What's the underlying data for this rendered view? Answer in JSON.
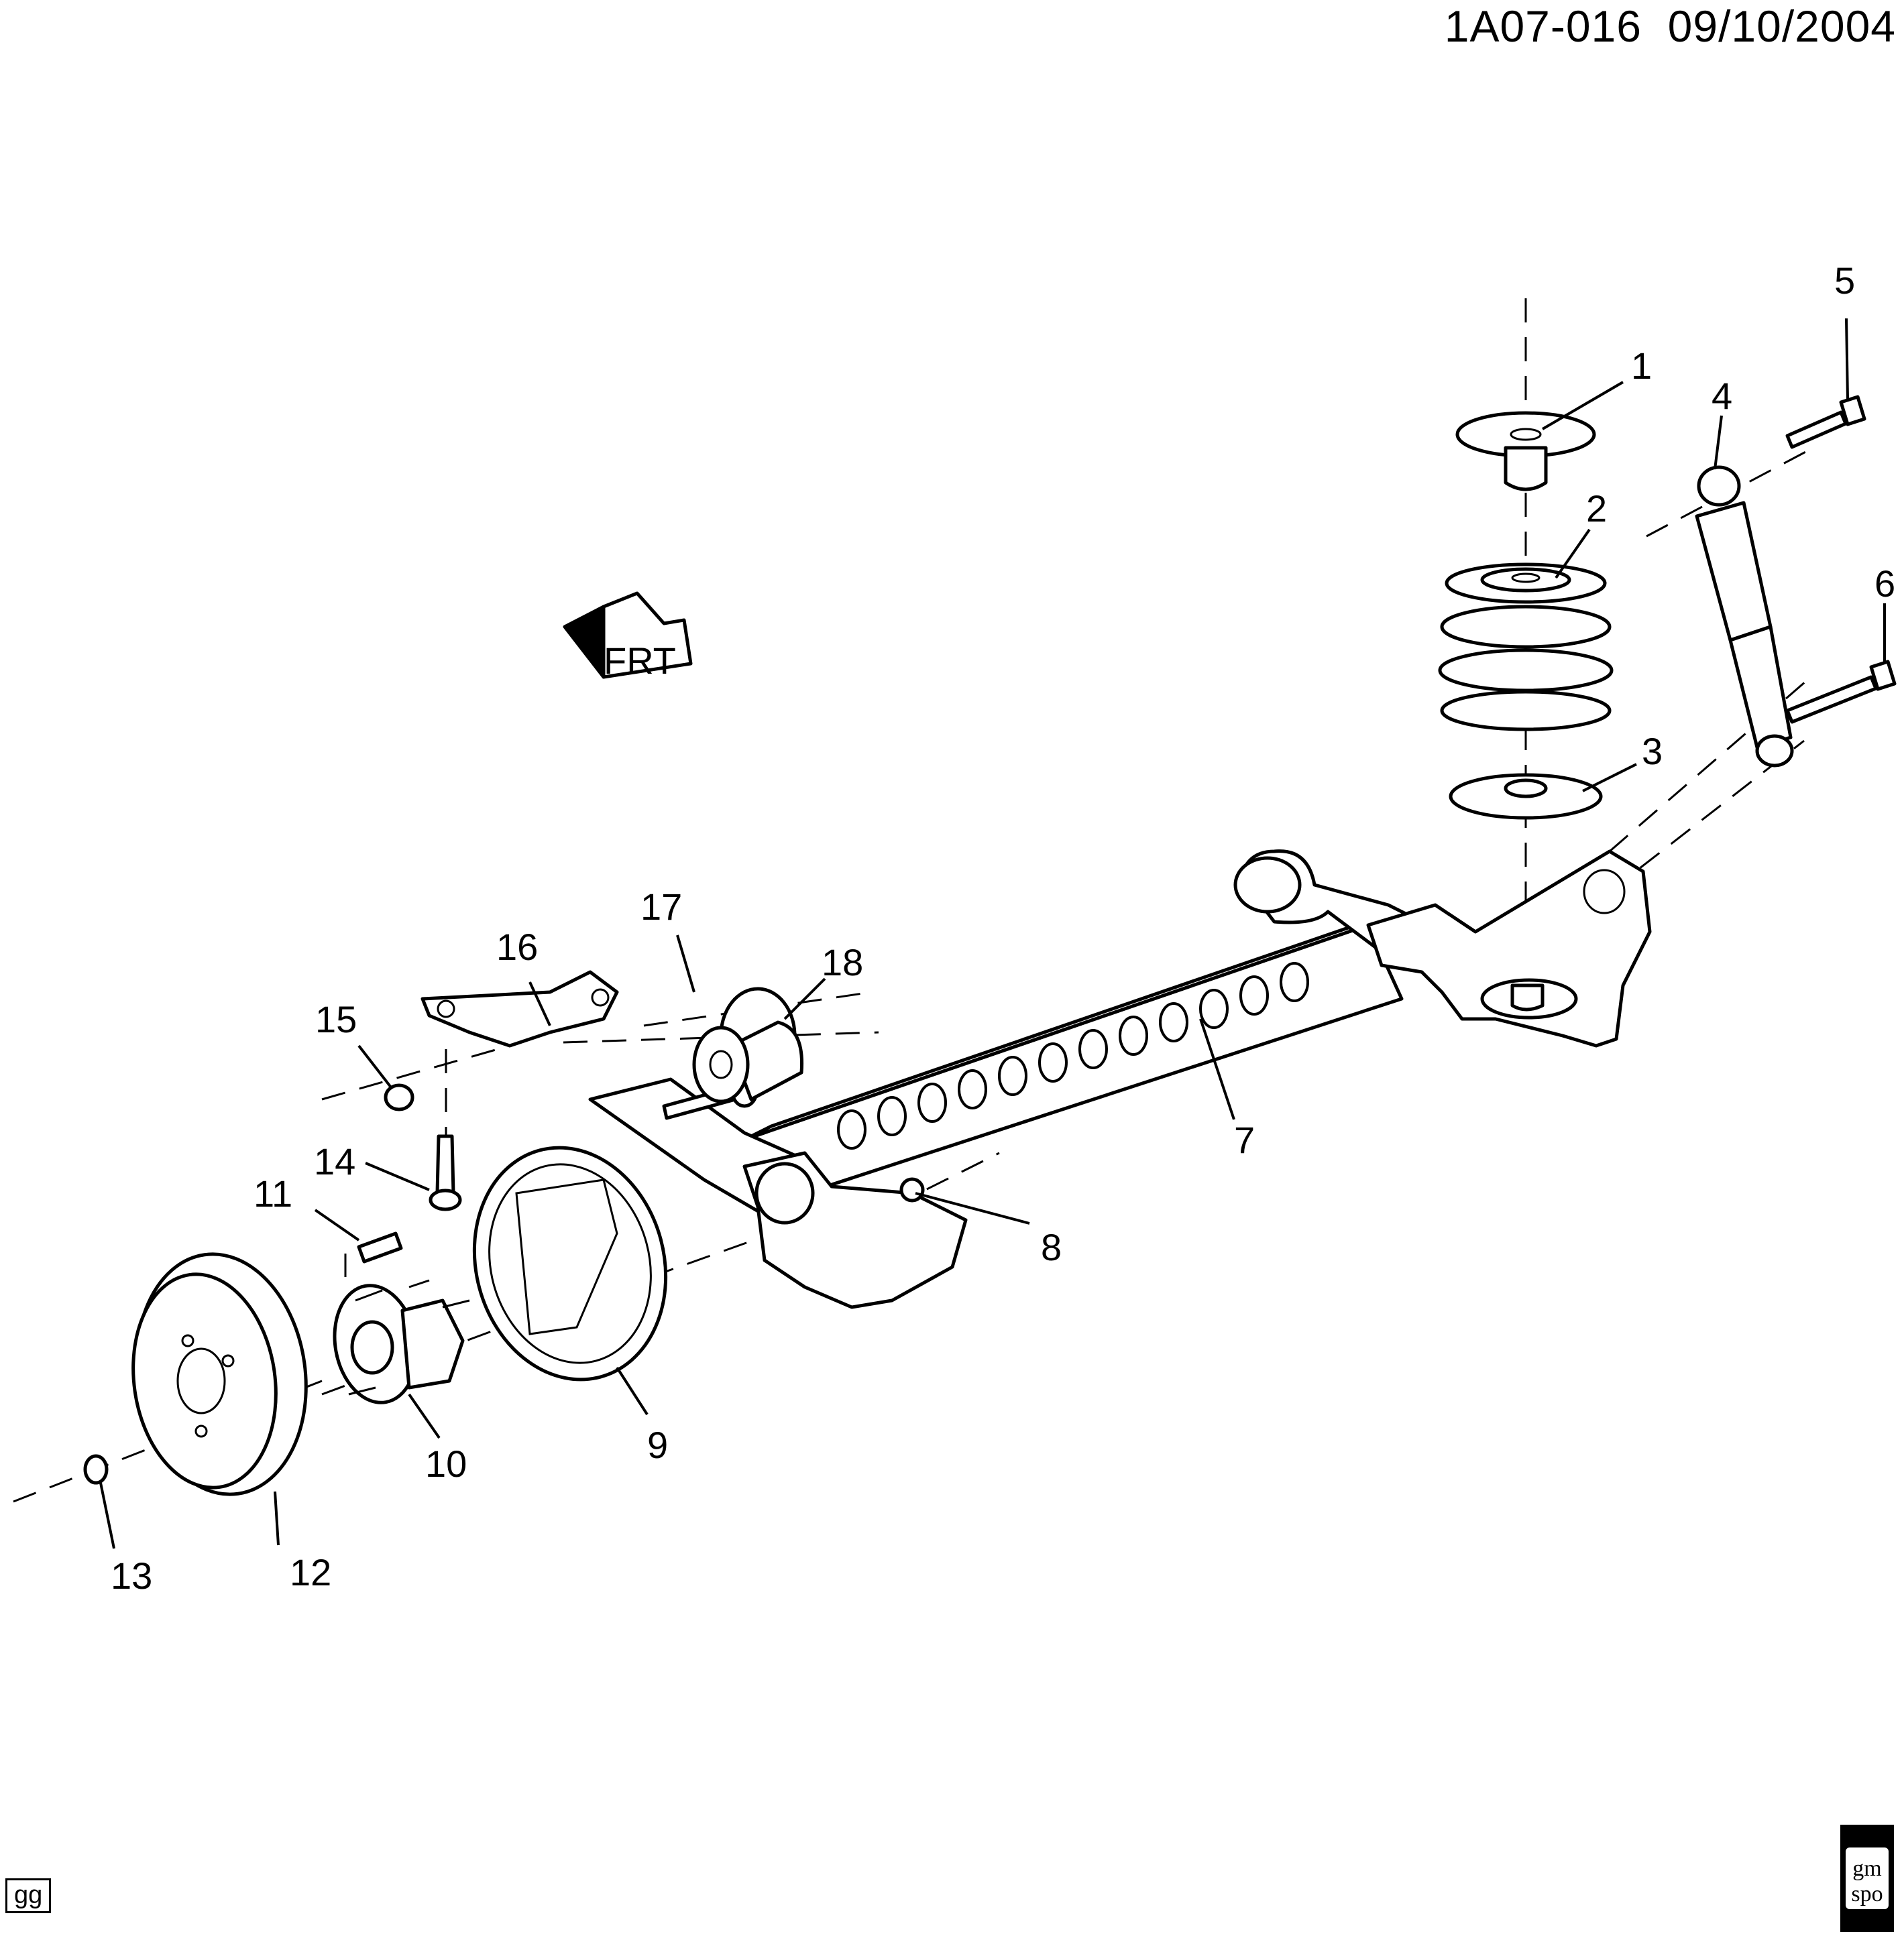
{
  "header": {
    "ref": "1A07-016",
    "date": "09/10/2004"
  },
  "callouts": [
    "1",
    "2",
    "3",
    "4",
    "5",
    "6",
    "7",
    "8",
    "9",
    "10",
    "11",
    "12",
    "13",
    "14",
    "15",
    "16",
    "17",
    "18"
  ],
  "direction_indicator": {
    "icon": "front-arrow-icon",
    "text": "FRT"
  },
  "footer": {
    "corner_tag": "gg",
    "logo": {
      "icon": "gm-spo-logo",
      "line1": "gm",
      "line2": "spo"
    }
  }
}
